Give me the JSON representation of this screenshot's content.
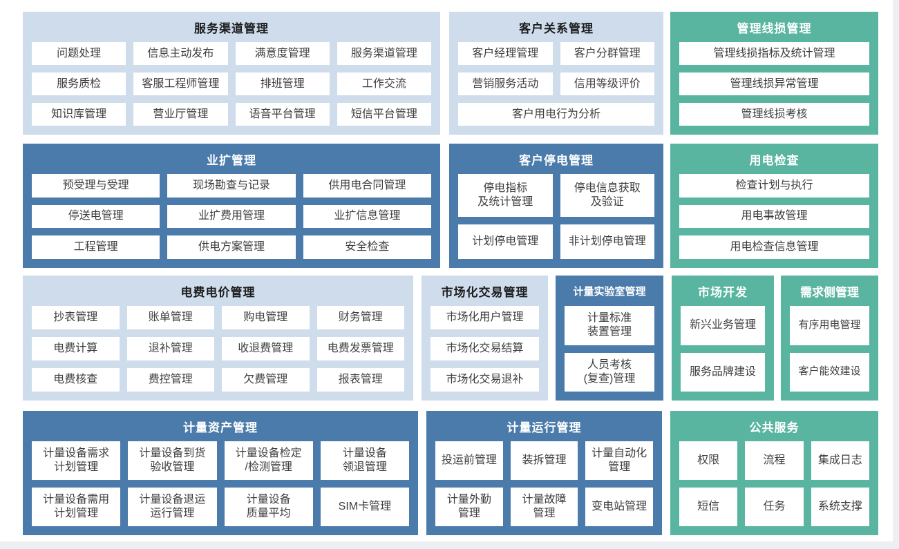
{
  "colors": {
    "panel_light_blue": "#cedcec",
    "panel_dark_blue": "#4b7bab",
    "panel_teal": "#59b5a0",
    "item_background": "#ffffff",
    "item_text": "#3d3d3d",
    "title_dark": "#1c1c1c",
    "title_light": "#ffffff",
    "page_background": "#ffffff",
    "page_edge": "#edeff2"
  },
  "panels": [
    {
      "title": "服务渠道管理",
      "theme": "light",
      "items": [
        "问题处理",
        "信息主动发布",
        "满意度管理",
        "服务渠道管理",
        "服务质检",
        "客服工程师管理",
        "排班管理",
        "工作交流",
        "知识库管理",
        "营业厅管理",
        "语音平台管理",
        "短信平台管理"
      ]
    },
    {
      "title": "客户关系管理",
      "theme": "light",
      "items": [
        "客户经理管理",
        "客户分群管理",
        "营销服务活动",
        "信用等级评价",
        "客户用电行为分析"
      ]
    },
    {
      "title": "管理线损管理",
      "theme": "teal",
      "items": [
        "管理线损指标及统计管理",
        "管理线损异常管理",
        "管理线损考核"
      ]
    },
    {
      "title": "业扩管理",
      "theme": "dark",
      "items": [
        "预受理与受理",
        "现场勘查与记录",
        "供用电合同管理",
        "停送电管理",
        "业扩费用管理",
        "业扩信息管理",
        "工程管理",
        "供电方案管理",
        "安全检查"
      ]
    },
    {
      "title": "客户停电管理",
      "theme": "dark",
      "items": [
        "停电指标\n及统计管理",
        "停电信息获取\n及验证",
        "计划停电管理",
        "非计划停电管理"
      ]
    },
    {
      "title": "用电检查",
      "theme": "teal",
      "items": [
        "检查计划与执行",
        "用电事故管理",
        "用电检查信息管理"
      ]
    },
    {
      "title": "电费电价管理",
      "theme": "light",
      "items": [
        "抄表管理",
        "账单管理",
        "购电管理",
        "财务管理",
        "电费计算",
        "退补管理",
        "收退费管理",
        "电费发票管理",
        "电费核查",
        "费控管理",
        "欠费管理",
        "报表管理"
      ]
    },
    {
      "title": "市场化交易管理",
      "theme": "light",
      "items": [
        "市场化用户管理",
        "市场化交易结算",
        "市场化交易退补"
      ]
    },
    {
      "title": "计量实验室管理",
      "theme": "dark",
      "items": [
        "计量标准\n装置管理",
        "人员考核\n(复查)管理"
      ]
    },
    {
      "title": "市场开发",
      "theme": "teal",
      "items": [
        "新兴业务管理",
        "服务品牌建设"
      ]
    },
    {
      "title": "需求侧管理",
      "theme": "teal",
      "items": [
        "有序用电管理",
        "客户能效建设"
      ]
    },
    {
      "title": "计量资产管理",
      "theme": "dark",
      "items": [
        "计量设备需求\n计划管理",
        "计量设备到货\n验收管理",
        "计量设备检定\n/检测管理",
        "计量设备\n领退管理",
        "计量设备需用\n计划管理",
        "计量设备退运\n运行管理",
        "计量设备\n质量平均",
        "SIM卡管理"
      ]
    },
    {
      "title": "计量运行管理",
      "theme": "dark",
      "items": [
        "投运前管理",
        "装拆管理",
        "计量自动化\n管理",
        "计量外勤\n管理",
        "计量故障\n管理",
        "变电站管理"
      ]
    },
    {
      "title": "公共服务",
      "theme": "teal",
      "items": [
        "权限",
        "流程",
        "集成日志",
        "短信",
        "任务",
        "系统支撑"
      ]
    }
  ]
}
